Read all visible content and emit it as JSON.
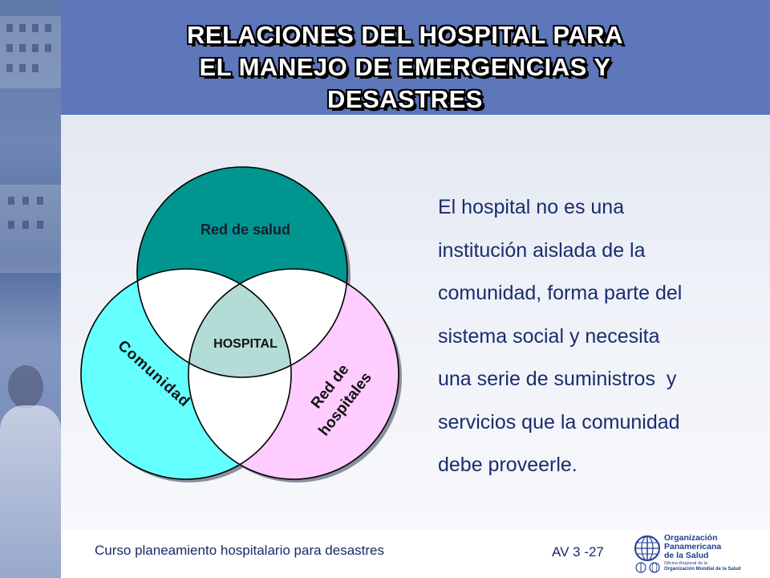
{
  "slide": {
    "title_lines": [
      "RELACIONES DEL HOSPITAL PARA",
      "EL MANEJO DE EMERGENCIAS Y",
      "DESASTRES"
    ],
    "body_lines": [
      "El hospital no es una",
      "institución aislada de la",
      "comunidad, forma parte del",
      "sistema social y necesita",
      "una serie de suministros  y",
      "servicios que la comunidad",
      "debe proveerle."
    ],
    "footer_course": "Curso planeamiento hospitalario para desastres",
    "footer_code": "AV 3 -27"
  },
  "venn": {
    "top_label": "Red de salud",
    "left_label": "Comunidad",
    "right_label_line1": "Red de",
    "right_label_line2": "hospitales",
    "center_label": "HOSPITAL",
    "colors": {
      "top": "#00968f",
      "left": "#66ffff",
      "right": "#ffccff",
      "overlap": "#ffffff",
      "center": "#b3dcd6",
      "outline": "#000000"
    }
  },
  "logo": {
    "line1": "Organización",
    "line2": "Panamericana",
    "line3": "de la Salud",
    "sub1": "Oficina Regional de la",
    "sub2": "Organización Mundial de la Salud"
  },
  "colors": {
    "header": "#5e76ba",
    "body_text": "#1a2c6e"
  }
}
